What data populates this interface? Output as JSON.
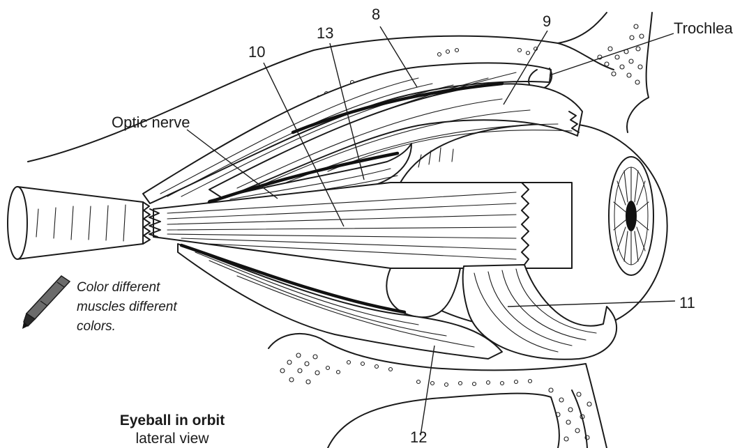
{
  "figure": {
    "title": "Eyeball in orbit",
    "subtitle": "lateral view"
  },
  "labels": {
    "n8": "8",
    "n9": "9",
    "n10": "10",
    "n11": "11",
    "n12": "12",
    "n13": "13",
    "optic_nerve": "Optic nerve",
    "trochlea": "Trochlea"
  },
  "note": {
    "line1": "Color different",
    "line2": "muscles different",
    "line3": "colors."
  },
  "icons": {
    "crayon": "crayon-icon"
  }
}
